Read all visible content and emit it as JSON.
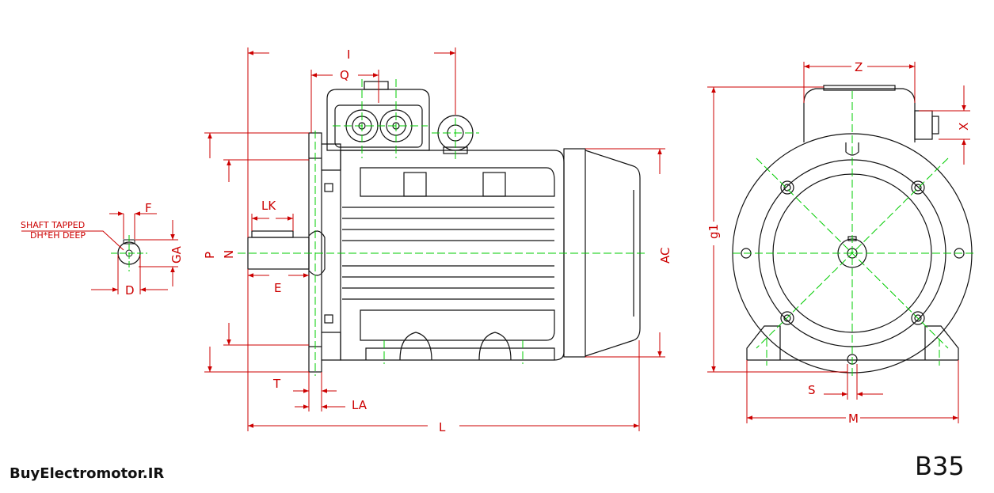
{
  "shaft_note": {
    "line1": "SHAFT TAPPED",
    "line2": "DH*EH DEEP"
  },
  "labels": {
    "F": "F",
    "GA": "GA",
    "D": "D",
    "P": "P",
    "N": "N",
    "LK": "LK",
    "E": "E",
    "T": "T",
    "LA": "LA",
    "L": "L",
    "I": "I",
    "Q": "Q",
    "AC": "AC",
    "Z": "Z",
    "X": "X",
    "g1": "g1",
    "S": "S",
    "M": "M"
  },
  "brand": "BuyElectromotor.IR",
  "mounting_type": "B35",
  "colors": {
    "outline": "#111111",
    "dimension": "#cc0000",
    "centerline": "#00cc00"
  }
}
